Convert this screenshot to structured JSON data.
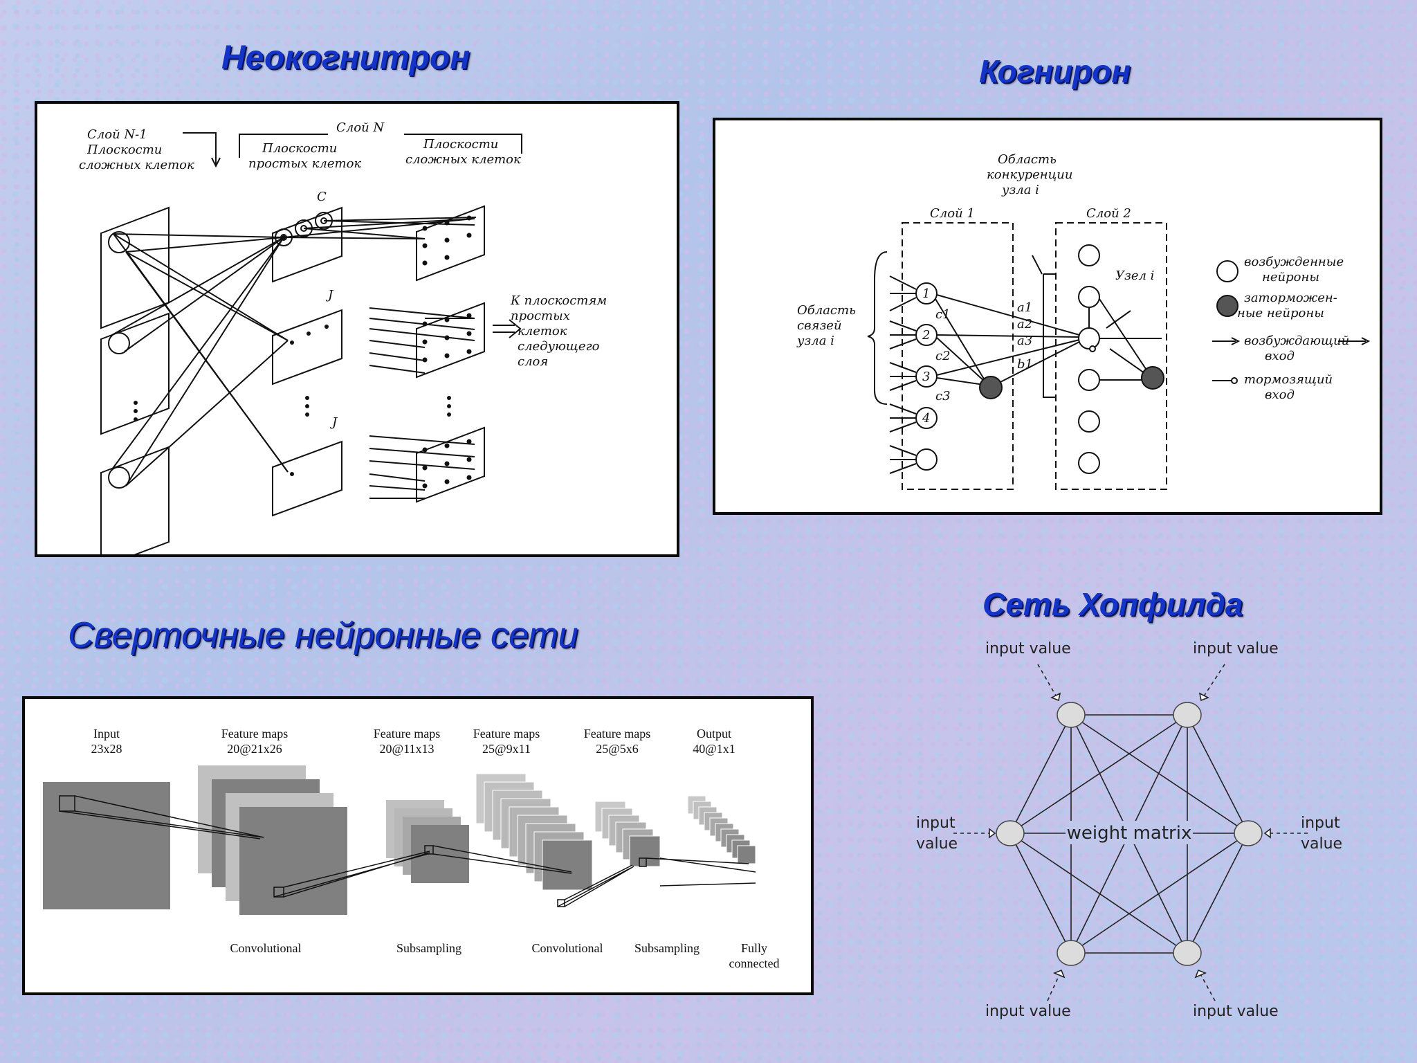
{
  "titles": {
    "neocognitron": "Неокогнитрон",
    "cognitron": "Когнирон",
    "cnn": "Сверточные нейронные сети",
    "hopfield": "Сеть Хопфилда"
  },
  "neocognitron": {
    "layer_prev": "Слой N-1",
    "layer_prev_sub1": "Плоскости",
    "layer_prev_sub2": "сложных клеток",
    "layer_n": "Слой N",
    "simple1": "Плоскости",
    "simple2": "простых клеток",
    "complex1": "Плоскости",
    "complex2": "сложных клеток",
    "label_c": "С",
    "label_j1": "J",
    "label_j2": "J",
    "next1": "К плоскостям",
    "next2": "простых",
    "next3": "клеток",
    "next4": "следующего",
    "next5": "слоя"
  },
  "cognitron": {
    "comp1": "Область",
    "comp2": "конкуренции",
    "comp3": "узла i",
    "layer1": "Слой 1",
    "layer2": "Слой 2",
    "conn1": "Область",
    "conn2": "связей",
    "conn3": "узла i",
    "node1": "1",
    "node2": "2",
    "node3": "3",
    "node4": "4",
    "c1": "c1",
    "c2": "c2",
    "c3": "c3",
    "a1": "a1",
    "a2": "a2",
    "a3": "a3",
    "b1": "b1",
    "node_i": "Узел i",
    "leg_exc1": "возбужденные",
    "leg_exc2": "нейроны",
    "leg_inh1": "заторможен-",
    "leg_inh2": "ные нейроны",
    "leg_einput1": "возбуждающий",
    "leg_einput2": "вход",
    "leg_iinput1": "тормозящий",
    "leg_iinput2": "вход"
  },
  "cnn": {
    "h_input1": "Input",
    "h_input2": "23x28",
    "h_fm1a": "Feature maps",
    "h_fm1b": "20@21x26",
    "h_fm2a": "Feature maps",
    "h_fm2b": "20@11x13",
    "h_fm3a": "Feature maps",
    "h_fm3b": "25@9x11",
    "h_fm4a": "Feature maps",
    "h_fm4b": "25@5x6",
    "h_out1": "Output",
    "h_out2": "40@1x1",
    "s_conv1": "Convolutional",
    "s_sub1": "Subsampling",
    "s_conv2": "Convolutional",
    "s_sub2": "Subsampling",
    "s_fc1": "Fully",
    "s_fc2": "connected"
  },
  "hopfield": {
    "center": "weight matrix",
    "top_left": "input value",
    "top_right": "input value",
    "left1": "input",
    "left2": "value",
    "right1": "input",
    "right2": "value",
    "bottom_left": "input value",
    "bottom_right": "input value"
  }
}
